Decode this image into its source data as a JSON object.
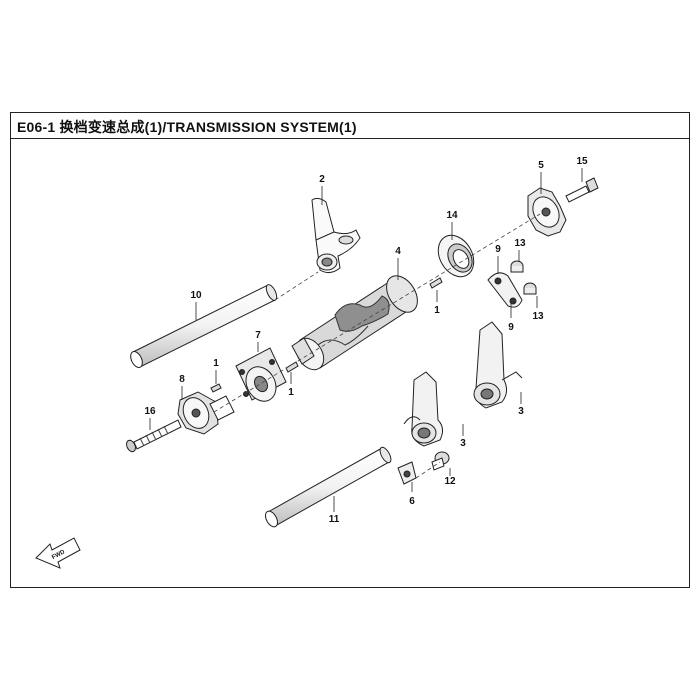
{
  "diagram": {
    "title": "E06-1  换档变速总成(1)/TRANSMISSION  SYSTEM(1)",
    "fwd_label": "FWD",
    "callouts": {
      "c1a": "1",
      "c1b": "1",
      "c1c": "1",
      "c2": "2",
      "c3a": "3",
      "c3b": "3",
      "c4": "4",
      "c5": "5",
      "c6": "6",
      "c7": "7",
      "c8": "8",
      "c9a": "9",
      "c9b": "9",
      "c10": "10",
      "c11": "11",
      "c12": "12",
      "c13a": "13",
      "c13b": "13",
      "c14": "14",
      "c15": "15",
      "c16": "16"
    }
  },
  "colors": {
    "line": "#222222",
    "part_fill": "#ffffff",
    "shade": "#cfcfcf",
    "dark": "#555555"
  }
}
